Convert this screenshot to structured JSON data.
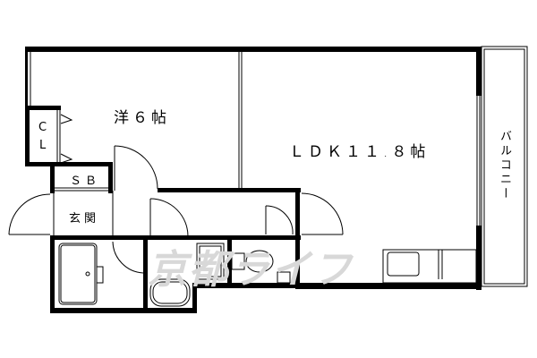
{
  "floorplan": {
    "rooms": {
      "western_room": "洋６帖",
      "ldk": "ＬＤＫ１１.８帖",
      "closet_c": "C",
      "closet_l": "L",
      "shoe_box": "ＳＢ",
      "entrance": "玄関",
      "balcony": "バルコニー"
    },
    "watermark": "京都ライフ"
  }
}
